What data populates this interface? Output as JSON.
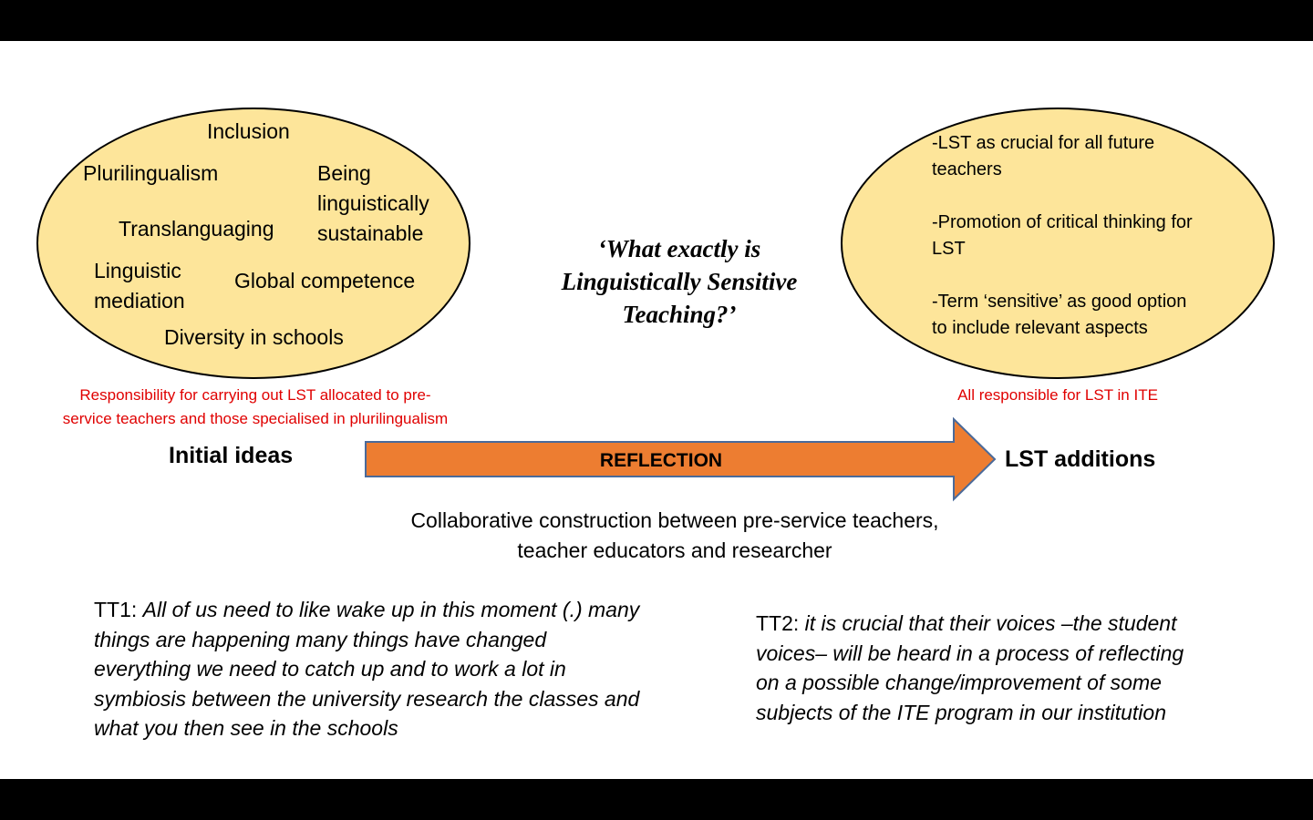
{
  "initial_ideas": {
    "items": [
      "Inclusion",
      "Plurilingualism",
      "Being linguistically sustainable",
      "Translanguaging",
      "Linguistic mediation",
      "Global competence",
      "Diversity in schools"
    ],
    "being_lines": [
      "Being",
      "linguistically",
      "sustainable"
    ],
    "linguistic_lines": [
      "Linguistic",
      "mediation"
    ],
    "label": "Initial ideas",
    "note_lines": [
      "Responsibility for carrying out LST allocated to pre-",
      "service teachers and those specialised in plurilingualism"
    ]
  },
  "question_lines": [
    "‘What exactly is",
    "Linguistically Sensitive",
    "Teaching?’"
  ],
  "additions": {
    "items": [
      [
        "-LST as crucial for all future",
        "teachers"
      ],
      [
        "-Promotion of critical thinking for",
        "LST"
      ],
      [
        "-Term ‘sensitive’ as good option",
        "to include relevant aspects"
      ]
    ],
    "label": "LST additions",
    "note": "All responsible for LST in ITE"
  },
  "arrow_label": "REFLECTION",
  "collaboration_lines": [
    "Collaborative construction between pre-service teachers,",
    "teacher educators and researcher"
  ],
  "quotes": {
    "tt1": {
      "speaker": "TT1: ",
      "lines": [
        "All of us need to like wake up in this moment (.) many",
        "things are happening many things have changed",
        "everything we need to catch up and to work a lot in",
        "symbiosis between the university research the classes and",
        "what you then see in the schools"
      ]
    },
    "tt2": {
      "speaker": "TT2: ",
      "lines": [
        "it is crucial that their voices –the student",
        "voices– will be heard in a process of reflecting",
        "on a possible change/improvement of some",
        "subjects of the ITE program in our institution"
      ]
    }
  },
  "colors": {
    "ellipse_fill": "#fde59a",
    "arrow_fill": "#ed7d31",
    "arrow_stroke": "#4a6a9a",
    "note_text": "#e00000",
    "frame": "#000000"
  }
}
